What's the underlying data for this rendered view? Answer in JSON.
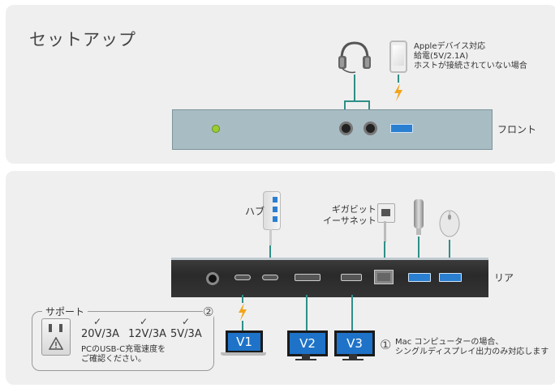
{
  "front": {
    "title": "セットアップ",
    "label": "フロント",
    "apple_line1": "Appleデバイス対応",
    "apple_line2": "給電(5V/2.1A)",
    "apple_line3": "ホストが接続されていない場合"
  },
  "rear": {
    "label": "リア",
    "hub_label": "ハブ",
    "eth_line1": "ギガビット",
    "eth_line2": "イーサネット"
  },
  "support": {
    "title": "サポート",
    "badge": "②",
    "watts": [
      "20V/3A",
      "12V/3A",
      "5V/3A"
    ],
    "note_line1": "PCのUSB-C充電速度を",
    "note_line2": "ご確認ください。"
  },
  "monitors": [
    "V1",
    "V2",
    "V3"
  ],
  "mac_note": {
    "badge": "①",
    "line1": "Mac コンピューターの場合、",
    "line2": "シングルディスプレイ出力のみ対応します"
  },
  "colors": {
    "panel_bg": "#efefef",
    "front_device": "#a8bcc3",
    "rear_device": "#2e2e2e",
    "monitor_screen": "#1e73c8",
    "connector_line": "#2f8f86",
    "usb_port": "#2b7fd1",
    "lightning": "#f2a51a",
    "status_led": "#9acd32"
  }
}
